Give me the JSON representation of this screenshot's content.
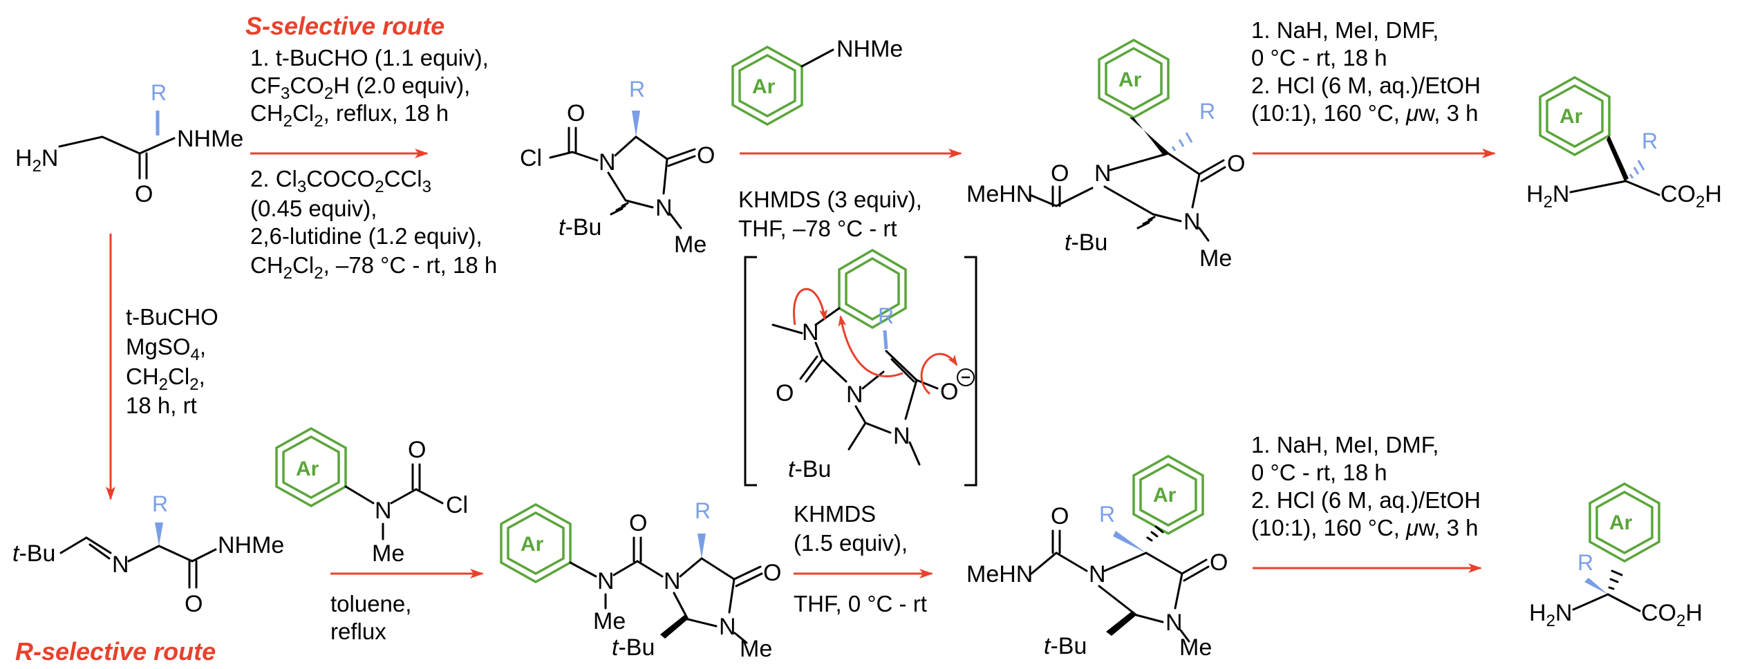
{
  "routes": {
    "s_label": "S-selective route",
    "r_label": "R-selective route"
  },
  "atoms": {
    "R": "R",
    "Ar": "Ar",
    "H2N": "H2N",
    "NHMe": "NHMe",
    "MeHN": "MeHN",
    "O": "O",
    "N": "N",
    "Cl": "Cl",
    "Me": "Me",
    "tBu": "t-Bu",
    "CO2H": "CO2H",
    "NHMe_Ar": "NHMe"
  },
  "conditions": {
    "s_step1": [
      "1. t-BuCHO (1.1 equiv),",
      "CF3CO2H (2.0 equiv),",
      "CH2Cl2, reflux, 18 h"
    ],
    "s_step2": [
      "2. Cl3COCO2CCl3",
      "(0.45 equiv),",
      "2,6-lutidine (1.2 equiv),",
      "CH2Cl2, –78 °C - rt, 18 h"
    ],
    "s_coupling": [
      "KHMDS (3 equiv),",
      "THF, –78 °C - rt"
    ],
    "s_hydrolysis": [
      "1. NaH, MeI, DMF,",
      "0 °C - rt, 18 h",
      "2. HCl (6 M, aq.)/EtOH",
      "(10:1), 160 °C, μw, 3 h"
    ],
    "r_imine": [
      "t-BuCHO",
      "MgSO4,",
      "CH2Cl2,",
      "18 h, rt"
    ],
    "r_acylation": [
      "toluene,",
      "reflux"
    ],
    "r_coupling": [
      "KHMDS",
      "(1.5 equiv),",
      "THF, 0 °C - rt"
    ],
    "r_hydrolysis": [
      "1. NaH, MeI, DMF,",
      "0 °C - rt, 18 h",
      "2. HCl (6 M, aq.)/EtOH",
      "(10:1), 160 °C, μw, 3 h"
    ]
  },
  "colors": {
    "arrow": "#e8412c",
    "r_group": "#7a9ee6",
    "aryl": "#5aa53a"
  }
}
